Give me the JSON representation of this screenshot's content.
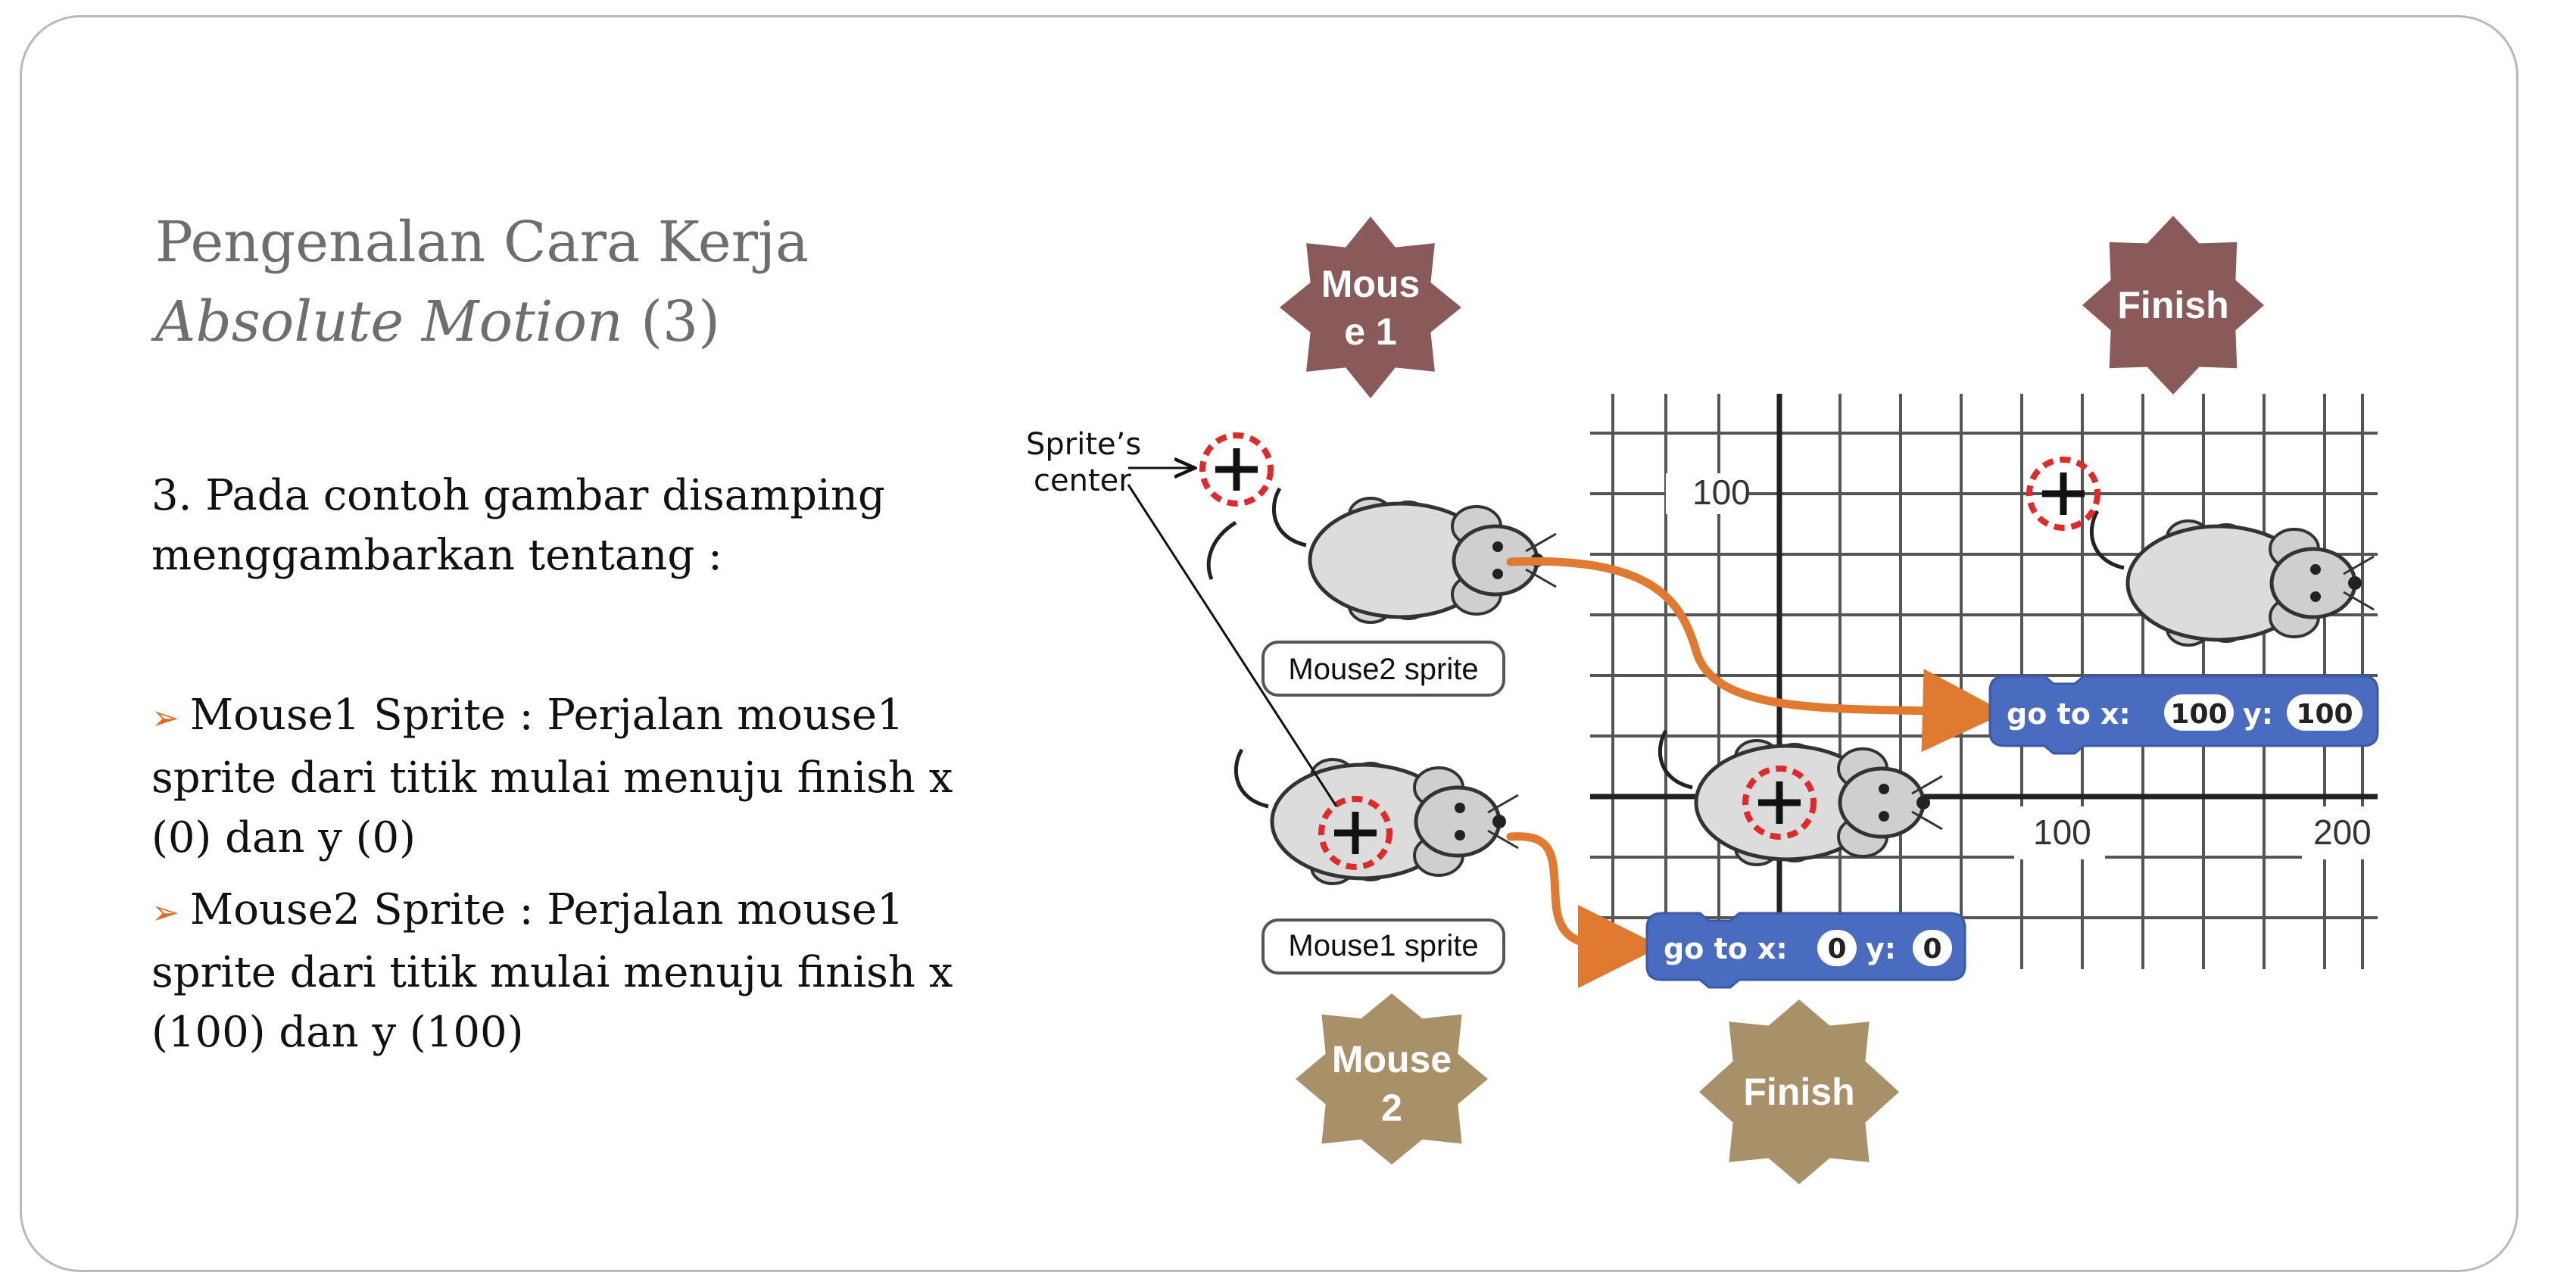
{
  "slide": {
    "title_line1": "Pengenalan Cara Kerja",
    "title_line2_italic": "Absolute Motion",
    "title_line2_suffix": " (3)",
    "intro": "3. Pada contoh gambar disamping menggambarkan tentang  :",
    "bullets": [
      {
        "label": "Mouse1 Sprite :  Perjalan mouse1 sprite dari titik mulai menuju finish x (0) dan y (0)"
      },
      {
        "label": "Mouse2 Sprite :  Perjalan mouse1 sprite dari titik mulai menuju finish x (100) dan y (100)"
      }
    ]
  },
  "figure": {
    "sprite_center_label": [
      "Sprite’s",
      "center"
    ],
    "mouse2_sprite_label": "Mouse2 sprite",
    "mouse1_sprite_label": "Mouse1 sprite",
    "axis_labels": {
      "y_100": "100",
      "x_100": "100",
      "x_200": "200"
    },
    "block_goto_100": {
      "prefix": "go to x:",
      "x": "100",
      "ylabel": "y:",
      "y": "100"
    },
    "block_goto_0": {
      "prefix": "go to x:",
      "x": "0",
      "ylabel": "y:",
      "y": "0"
    },
    "badges": {
      "mouse1": {
        "line1": "Mous",
        "line2": "e 1",
        "color": "#8a5a5a"
      },
      "finish_top": {
        "line1": "Finish",
        "color": "#8a5a5a"
      },
      "mouse2": {
        "line1": "Mouse",
        "line2": "2",
        "color": "#a89168"
      },
      "finish_bottom": {
        "line1": "Finish",
        "color": "#a89168"
      }
    },
    "colors": {
      "block": "#4a6cc0",
      "arrow": "#e07a30",
      "target": "#e02a2a",
      "bullet_arrow": "#e06a1e"
    }
  }
}
